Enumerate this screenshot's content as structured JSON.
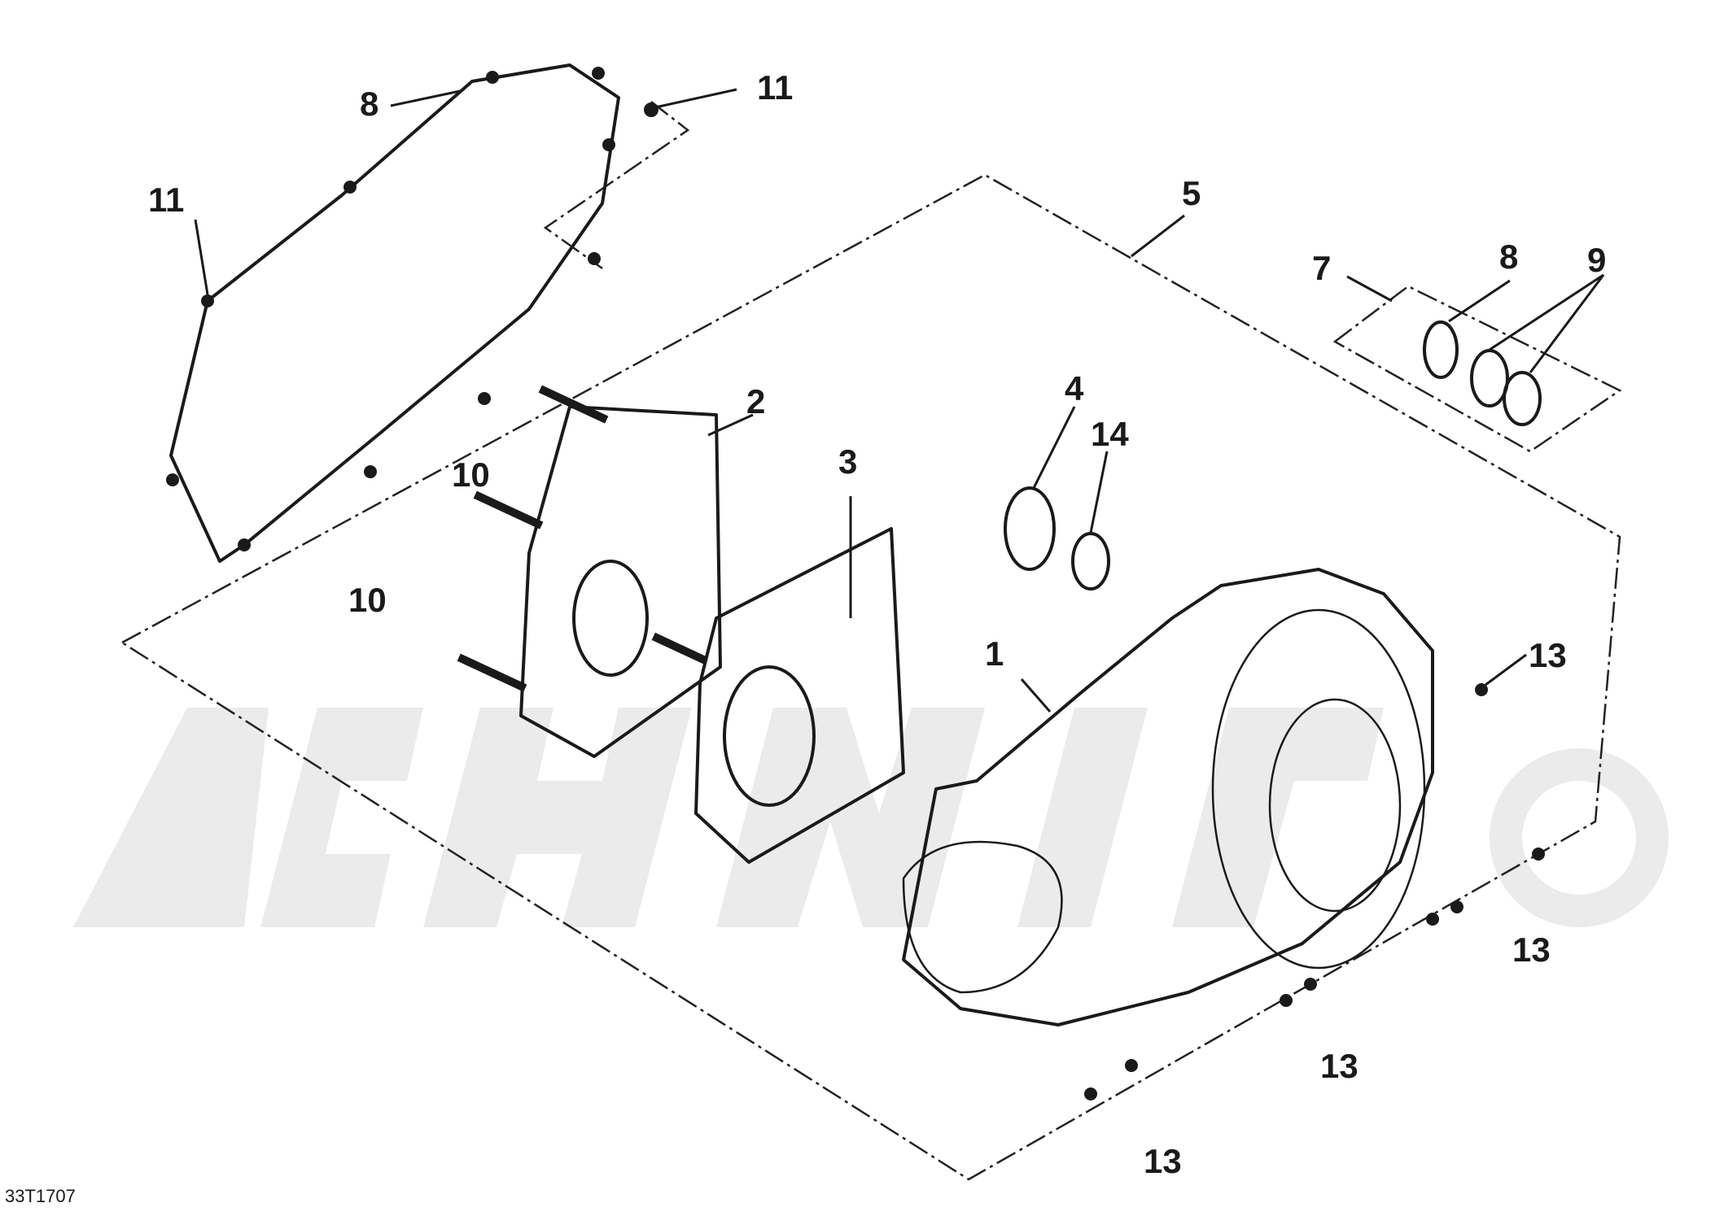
{
  "diagram": {
    "callouts": [
      {
        "id": "c8a",
        "text": "8"
      },
      {
        "id": "c11a",
        "text": "11"
      },
      {
        "id": "c11b",
        "text": "11"
      },
      {
        "id": "c5",
        "text": "5"
      },
      {
        "id": "c7",
        "text": "7"
      },
      {
        "id": "c8b",
        "text": "8"
      },
      {
        "id": "c9",
        "text": "9"
      },
      {
        "id": "c2",
        "text": "2"
      },
      {
        "id": "c4",
        "text": "4"
      },
      {
        "id": "c14",
        "text": "14"
      },
      {
        "id": "c3",
        "text": "3"
      },
      {
        "id": "c10a",
        "text": "10"
      },
      {
        "id": "c10b",
        "text": "10"
      },
      {
        "id": "c1",
        "text": "1"
      },
      {
        "id": "c13a",
        "text": "13"
      },
      {
        "id": "c13b",
        "text": "13"
      },
      {
        "id": "c13c",
        "text": "13"
      },
      {
        "id": "c13d",
        "text": "13"
      }
    ],
    "reference_code": "33T1707"
  }
}
